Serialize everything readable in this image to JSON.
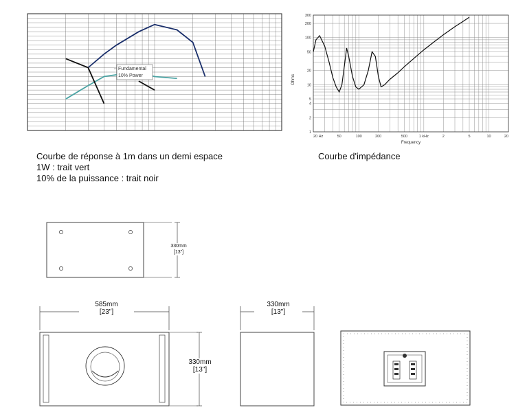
{
  "response_chart": {
    "legend": [
      "Fundamental",
      "10% Power"
    ]
  },
  "impedance_chart": {
    "y_ticks": [
      "300",
      "200",
      "100",
      "50",
      "20",
      "10",
      "5",
      "4",
      "2",
      "1"
    ],
    "x_ticks": [
      "20 Hz",
      "50",
      "100",
      "200",
      "500",
      "1 kHz",
      "2",
      "5",
      "10",
      "20"
    ],
    "y_label": "Ohms",
    "x_label": "Frequency"
  },
  "captions": {
    "response_line1": "Courbe de réponse à 1m dans un demi espace",
    "response_line2": "1W : trait vert",
    "response_line3": "10% de la puissance : trait noir",
    "impedance": "Courbe d'impédance"
  },
  "dimensions": {
    "top_depth_mm": "330mm",
    "top_depth_in": "[13\"]",
    "front_width_mm": "585mm",
    "front_width_in": "[23\"]",
    "front_height_mm": "330mm",
    "front_height_in": "[13\"]",
    "side_depth_mm": "330mm",
    "side_depth_in": "[13\"]"
  },
  "chart_data": [
    {
      "type": "line",
      "x": [
        20,
        40,
        60,
        80,
        100,
        150,
        200,
        300,
        400,
        500,
        1000,
        2000
      ],
      "series": [
        {
          "color": "#1a2f6b",
          "values": [
            null,
            null,
            70,
            85,
            95,
            110,
            118,
            112,
            98,
            60,
            null,
            null
          ]
        },
        {
          "color": "#4aa3a3",
          "values": [
            null,
            35,
            50,
            60,
            62,
            65,
            60,
            58,
            null,
            null,
            null,
            null
          ]
        },
        {
          "color": "#111111",
          "values": [
            null,
            80,
            70,
            30,
            null,
            55,
            45,
            null,
            null,
            null,
            null,
            null
          ]
        }
      ]
    },
    {
      "type": "line",
      "x": [
        20,
        22,
        25,
        30,
        35,
        40,
        45,
        50,
        55,
        60,
        65,
        70,
        80,
        90,
        100,
        120,
        140,
        160,
        180,
        200,
        220,
        250,
        300,
        400,
        500,
        700,
        1000,
        1500,
        2000,
        3000,
        4000,
        5000
      ],
      "series": [
        {
          "color": "#111111",
          "values": [
            50,
            90,
            110,
            65,
            30,
            14,
            9,
            7,
            10,
            25,
            60,
            40,
            15,
            9,
            8,
            10,
            20,
            50,
            40,
            15,
            9,
            10,
            13,
            18,
            24,
            36,
            55,
            85,
            115,
            170,
            220,
            270
          ]
        }
      ],
      "x_scale": "log",
      "y_scale": "log",
      "ylim": [
        1,
        300
      ],
      "xlim": [
        20,
        20000
      ]
    }
  ]
}
